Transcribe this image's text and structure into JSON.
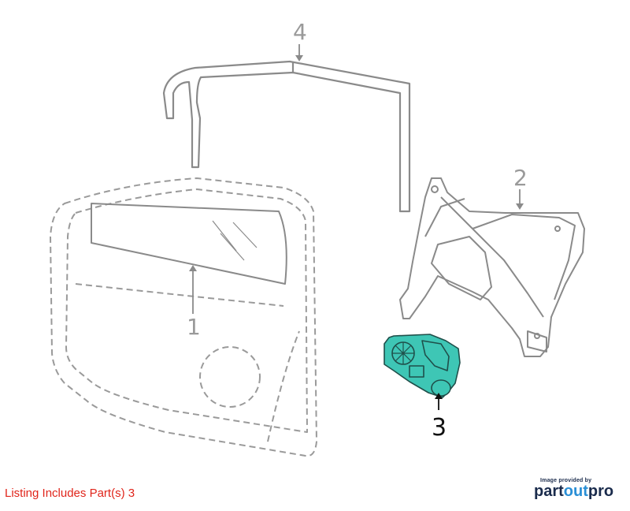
{
  "callouts": {
    "c1": "1",
    "c2": "2",
    "c3": "3",
    "c4": "4"
  },
  "highlight_color": "#3ec6b5",
  "listing_text": "Listing Includes Part(s) 3",
  "brand": {
    "tagline": "Image provided by",
    "logo_part": "part",
    "logo_out": "out",
    "logo_pro": "pro"
  }
}
